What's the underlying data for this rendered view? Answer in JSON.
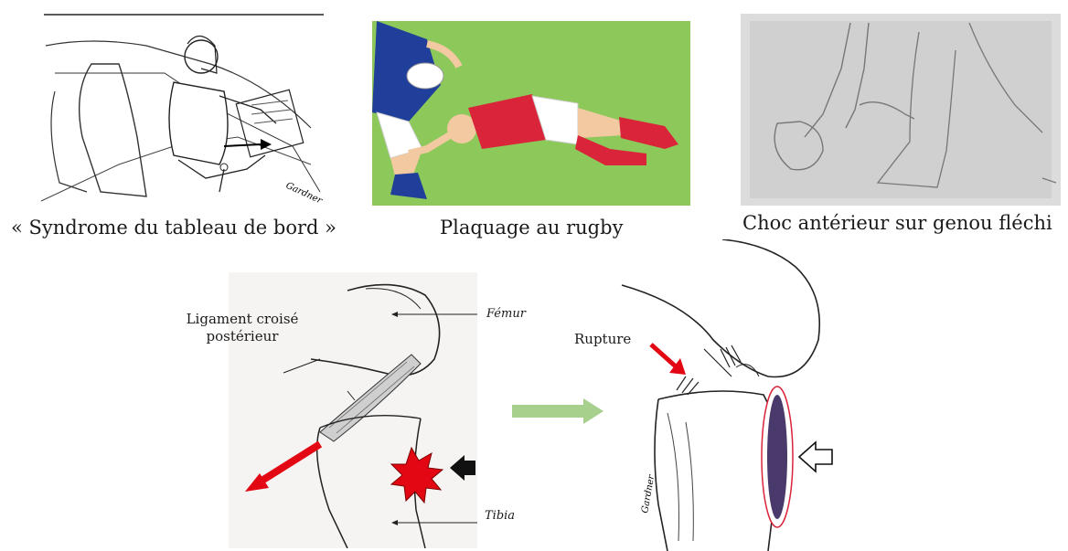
{
  "captions": {
    "dashboard": "« Syndrome du tableau de bord »",
    "rugby": "Plaquage au rugby",
    "choc": "Choc antérieur sur genou fléchi"
  },
  "diagram_labels": {
    "ligament_line1": "Ligament croisé",
    "ligament_line2": "postérieur",
    "femur": "Fémur",
    "tibia": "Tibia",
    "rupture": "Rupture"
  },
  "signature": "Gardner",
  "colors": {
    "field_green": "#8cc95a",
    "jersey_blue": "#1f3f9a",
    "jersey_red": "#d9243a",
    "impact_red": "#e30613",
    "transition_arrow": "#a8d08d",
    "cartilage_purple": "#4a3a6b"
  }
}
